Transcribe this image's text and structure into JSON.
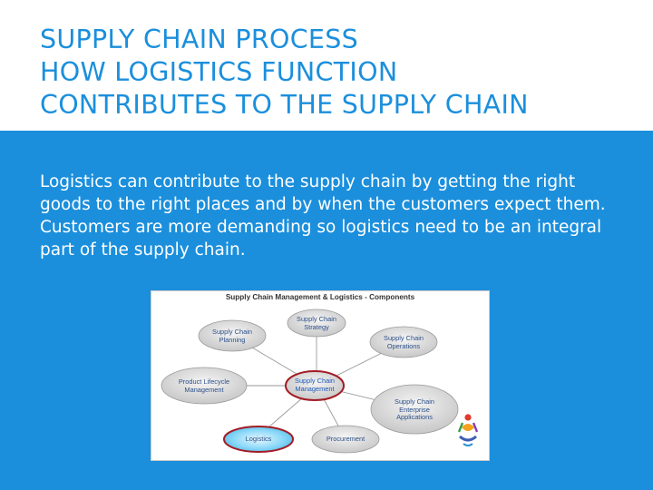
{
  "title": {
    "line1": "SUPPLY CHAIN PROCESS",
    "line2": "HOW LOGISTICS FUNCTION",
    "line3": "CONTRIBUTES TO THE SUPPLY CHAIN"
  },
  "body": "Logistics can contribute to the supply chain by getting the right goods to the right places and by when the customers expect them. Customers are more demanding so logistics need to be an integral part of the supply chain.",
  "colors": {
    "background": "#1b8fdc",
    "title": "#1b8fdc",
    "node_fill": "#e2e2e2",
    "center_border": "#a31c24",
    "highlight": "#5ec8f2"
  },
  "diagram": {
    "title": "Supply Chain Management & Logistics - Components",
    "center": "Supply Chain\nManagement",
    "nodes": [
      "Supply Chain\nStrategy",
      "Supply Chain\nPlanning",
      "Supply Chain\nOperations",
      "Product Lifecycle\nManagement",
      "Supply Chain\nEnterprise\nApplications",
      "Logistics",
      "Procurement"
    ]
  }
}
